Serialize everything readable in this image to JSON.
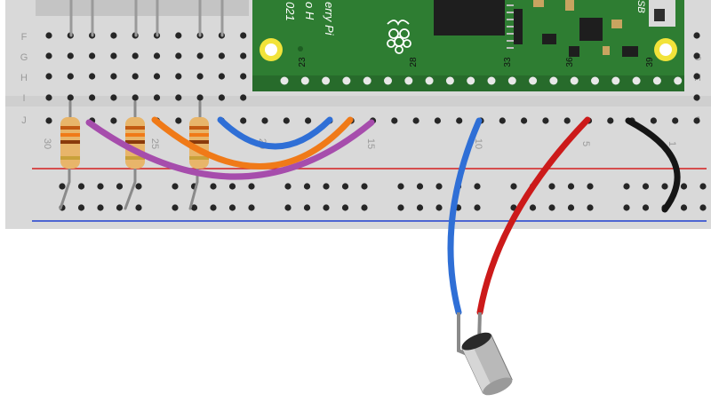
{
  "breadboard": {
    "row_letters": [
      "F",
      "G",
      "H",
      "I",
      "J"
    ],
    "column_numbers": [
      "30",
      "25",
      "20",
      "15",
      "10",
      "5",
      "1"
    ],
    "rail_colors": {
      "positive": "#d42020",
      "negative": "#2040d0"
    }
  },
  "pico": {
    "board_color": "#2e7d32",
    "silk_text_lines": [
      "erry Pi",
      "o H",
      "021"
    ],
    "usb_text": "SB",
    "pin_numbers": [
      "23",
      "28",
      "33",
      "36",
      "39"
    ],
    "logo": "raspberry-logo"
  },
  "wire_colors": {
    "blue": "#2f6fd6",
    "orange": "#f07a18",
    "purple": "#a64dac",
    "red": "#cc1a1a",
    "black": "#151515"
  },
  "resistor_color": "#e8b56a"
}
